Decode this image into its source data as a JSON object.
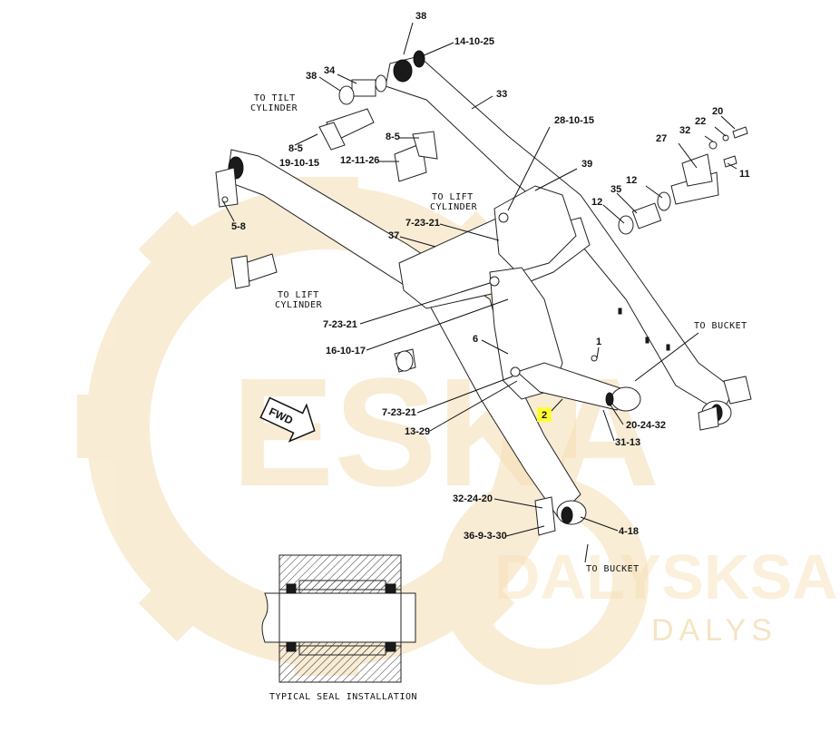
{
  "watermark": {
    "brand": "ESKA",
    "brand_secondary": "DALYSKSA",
    "tagline": "DALYS",
    "color": "#f5deb3"
  },
  "callouts": {
    "c38_top": "38",
    "c14_10_25": "14-10-25",
    "c38_left": "38",
    "c34": "34",
    "c33": "33",
    "c28_10_15": "28-10-15",
    "c8_5_a": "8-5",
    "c19_10_15": "19-10-15",
    "c12_11_26": "12-11-26",
    "c8_5_b": "8-5",
    "c39": "39",
    "c20": "20",
    "c22": "22",
    "c32": "32",
    "c27": "27",
    "c11": "11",
    "c12_a": "12",
    "c35": "35",
    "c12_b": "12",
    "c5_8": "5-8",
    "c7_23_21_a": "7-23-21",
    "c37": "37",
    "c7_23_21_b": "7-23-21",
    "c16_10_17": "16-10-17",
    "c6": "6",
    "c1": "1",
    "c7_23_21_c": "7-23-21",
    "c13_29": "13-29",
    "c2": "2",
    "c20_24_32": "20-24-32",
    "c31_13": "31-13",
    "c32_24_20": "32-24-20",
    "c36_9_3_30": "36-9-3-30",
    "c4_18": "4-18"
  },
  "notes": {
    "to_tilt_1": "TO TILT",
    "to_tilt_2": "CYLINDER",
    "to_lift_a1": "TO LIFT",
    "to_lift_a2": "CYLINDER",
    "to_lift_b1": "TO LIFT",
    "to_lift_b2": "CYLINDER",
    "to_bucket_a": "TO BUCKET",
    "to_bucket_b": "TO BUCKET",
    "fwd": "FWD",
    "seal_caption": "TYPICAL SEAL INSTALLATION"
  },
  "highlight_color": "#ffff33"
}
